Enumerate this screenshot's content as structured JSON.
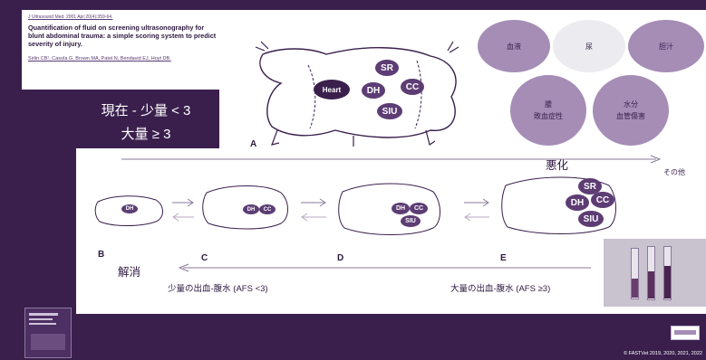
{
  "reference": {
    "journal": "J Ultrasound Med. 2001 Apr;20(4):359-64.",
    "title": "Quantification of fluid on screening ultrasonography for blunt abdominal trauma: a simple scoring system to predict severity of injury.",
    "authors": "Sirlin CB¹, Casola G, Brown MA, Patel N, Bendavid EJ, Hoyt DB."
  },
  "summary": {
    "line1": "現在 - 少量  < 3",
    "line2": "大量 ≥ 3"
  },
  "fluid_types": [
    {
      "label": "血液"
    },
    {
      "label": "尿"
    },
    {
      "label": "胆汁"
    },
    {
      "label": "膿\n敗血症性"
    },
    {
      "label": "水分\n血管傷害"
    },
    {
      "label": "その他"
    }
  ],
  "top_diagram": {
    "label": "A",
    "sites": [
      "Heart",
      "SR",
      "DH",
      "CC",
      "SIU"
    ]
  },
  "progression": {
    "worsen_label": "悪化",
    "resolve_label": "解消",
    "stages": [
      {
        "label": "B",
        "sites": [
          "DH"
        ]
      },
      {
        "label": "C",
        "sites": [
          "DH",
          "CC"
        ]
      },
      {
        "label": "D",
        "sites": [
          "DH",
          "CC",
          "SIU"
        ]
      },
      {
        "label": "E",
        "sites": [
          "SR",
          "DH",
          "CC",
          "SIU"
        ]
      }
    ],
    "caption_small": "少量の出血-腹水 (AFS <3)",
    "caption_large": "大量の出血-腹水 (AFS ≥3)"
  },
  "footer": {
    "copyright": "© FASTVet 2019, 2020, 2021, 2022"
  }
}
